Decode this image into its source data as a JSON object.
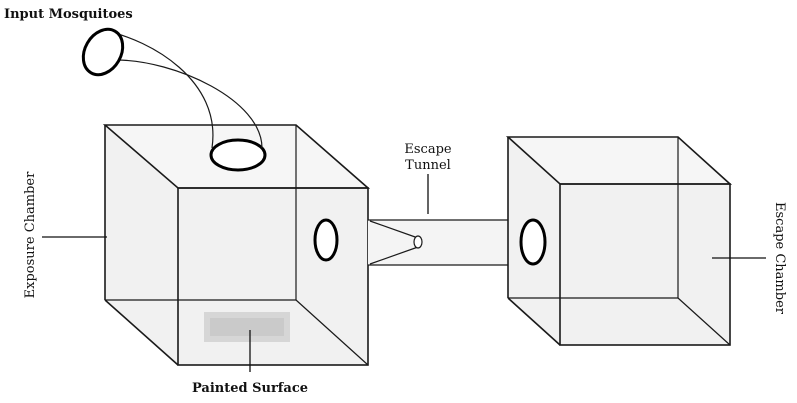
{
  "labels": {
    "input_mosquitoes": "Input Mosquitoes",
    "exposure_chamber": "Exposure Chamber",
    "escape_tunnel_line1": "Escape",
    "escape_tunnel_line2": "Tunnel",
    "escape_chamber": "Escape Chamber",
    "painted_surface": "Painted Surface"
  }
}
